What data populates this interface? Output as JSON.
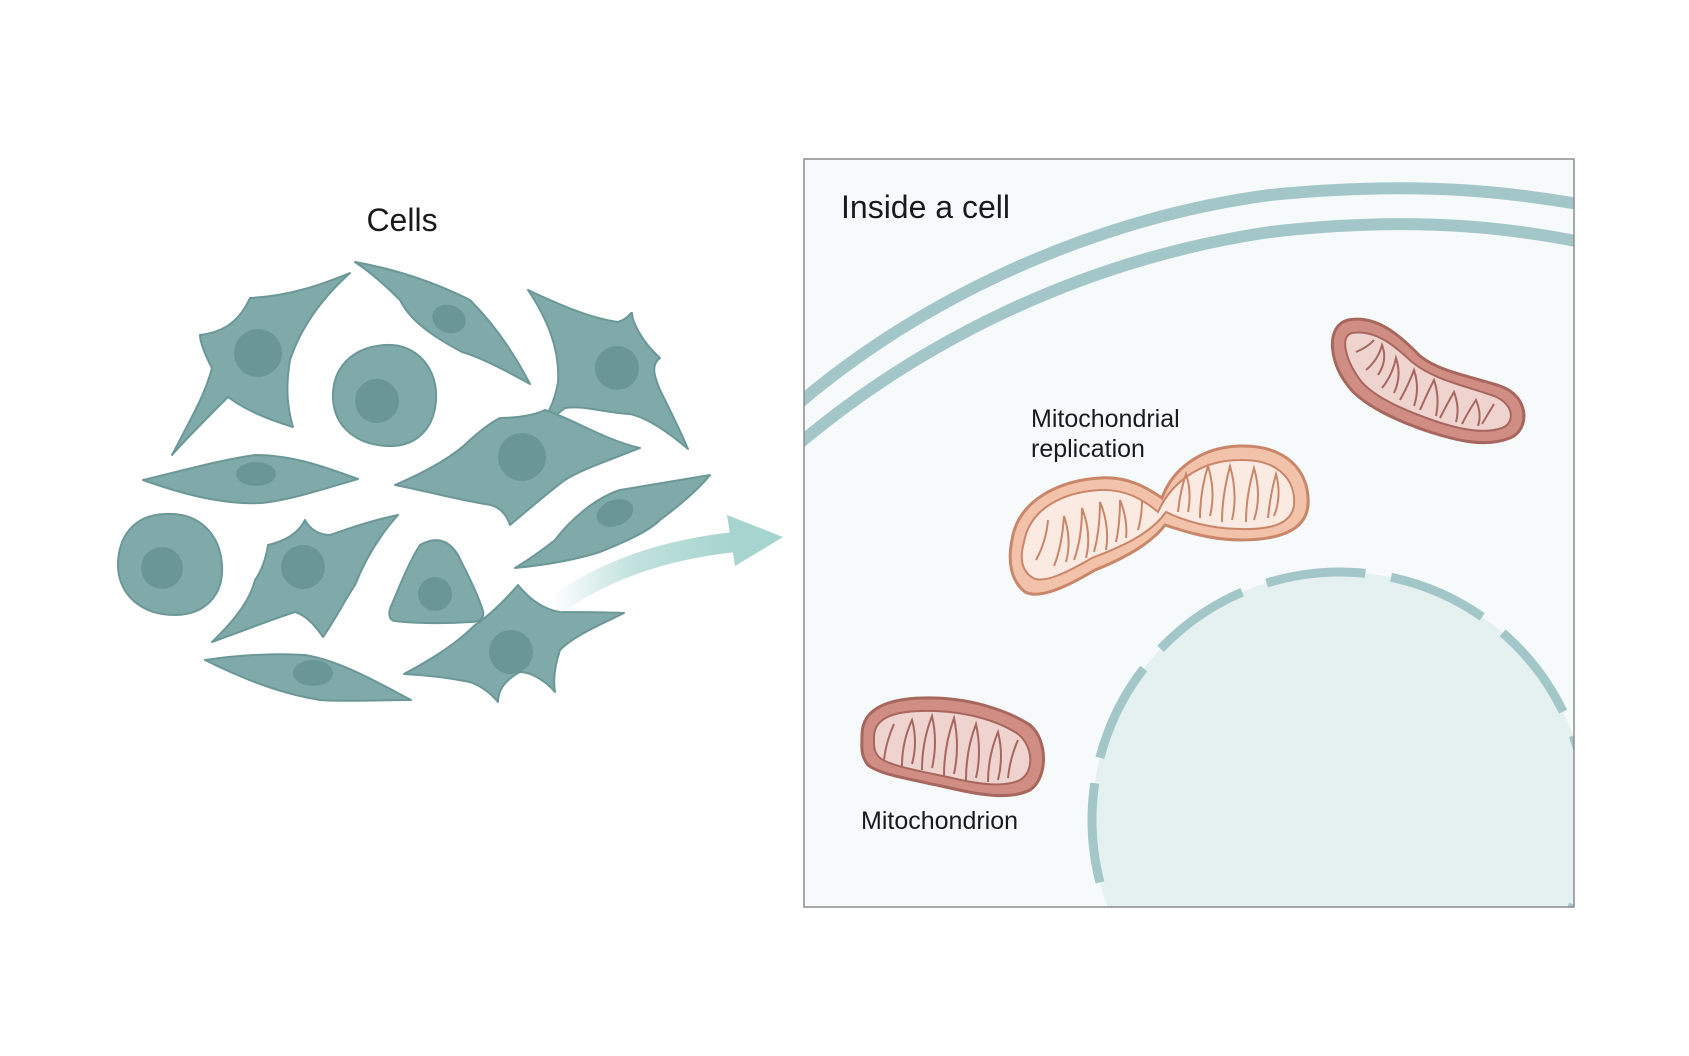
{
  "labels": {
    "cells": "Cells",
    "inside_cell": "Inside a cell",
    "replication_line1": "Mitochondrial",
    "replication_line2": "replication",
    "mitochondrion": "Mitochondrion"
  },
  "colors": {
    "cell_fill": "#80aaa9",
    "cell_stroke": "#6b9897",
    "cell_nucleus": "#6a9796",
    "cell_nucleus_small": "#6e9a99",
    "arrow": "#a6d4cf",
    "panel_bg": "#f7fafb",
    "panel_border": "#8c8c8c",
    "membrane": "#a3c7c8",
    "nucleus_fill": "#e5f0f0",
    "nucleus_dash": "#a3c7c8",
    "mito_dark_fill": "#eed3cf",
    "mito_dark_stroke": "#a8675e",
    "mito_dark_outer": "#cf8d84",
    "mito_light_fill": "#fbeae1",
    "mito_light_stroke": "#c98669",
    "mito_light_outer": "#f2c3aa"
  }
}
